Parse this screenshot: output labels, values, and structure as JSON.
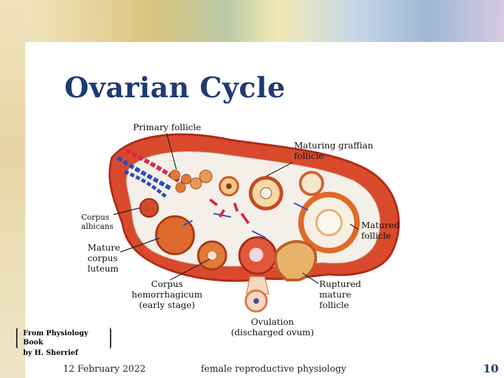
{
  "slide": {
    "title": "Ovarian Cycle",
    "page_number": "10",
    "footer_date": "12 February 2022",
    "footer_topic": "female reproductive physiology"
  },
  "credit": {
    "line1": "From Physiology Book",
    "line2": "by H. Sherrief"
  },
  "labels": {
    "primary_follicle": "Primary follicle",
    "maturing_line1": "Maturing graffian",
    "maturing_line2": "follicle",
    "corpus_albicans_line1": "Corpus",
    "corpus_albicans_line2": "albicans",
    "matured_line1": "Matured",
    "matured_line2": "follicle",
    "mature_cl_line1": "Mature",
    "mature_cl_line2": "corpus",
    "mature_cl_line3": "luteum",
    "hemorrhagicum_line1": "Corpus",
    "hemorrhagicum_line2": "hemorrhagicum",
    "hemorrhagicum_line3": "(early stage)",
    "ruptured_line1": "Ruptured",
    "ruptured_line2": "mature",
    "ruptured_line3": "follicle",
    "ovulation_line1": "Ovulation",
    "ovulation_line2": "(discharged ovum)"
  }
}
